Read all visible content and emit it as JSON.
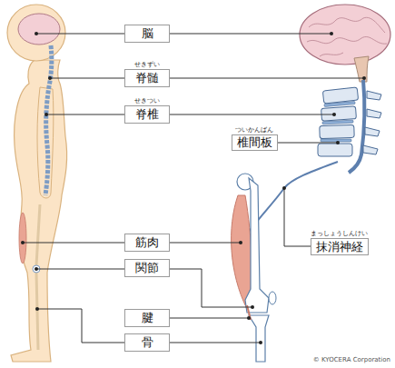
{
  "diagram": {
    "nodes": [
      {
        "text": [
          "脳"
        ]
      },
      {
        "text": [
          "せきずい",
          "脊髄"
        ]
      },
      {
        "text": [
          "せきつい",
          "脊椎"
        ]
      },
      {
        "text": [
          "ついかんばん",
          "椎間板"
        ]
      },
      {
        "text": [
          "筋肉"
        ]
      },
      {
        "text": [
          "まっしょうしんけい",
          "抹消神経"
        ]
      },
      {
        "text": [
          "関節"
        ]
      },
      {
        "text": [
          "腱"
        ]
      },
      {
        "text": [
          "骨"
        ]
      }
    ],
    "labels": [
      "© KYOCERA Corporation"
    ]
  }
}
